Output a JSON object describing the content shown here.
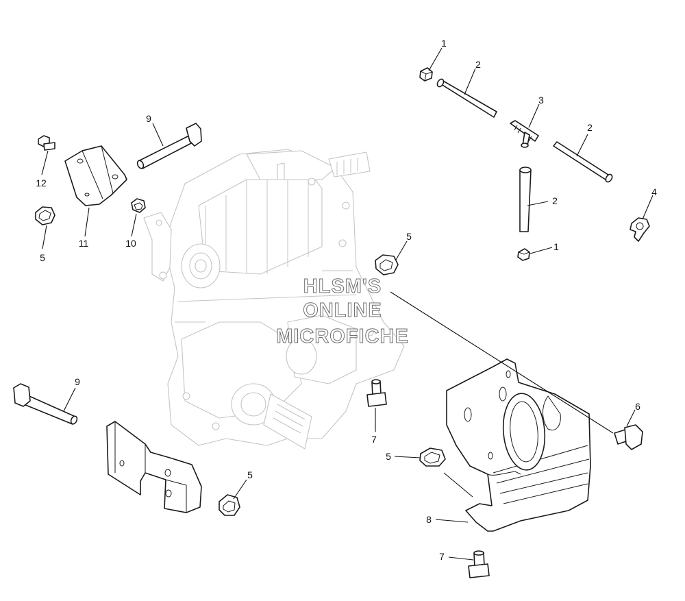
{
  "watermark": {
    "line1": "HLSM'S",
    "line2": "ONLINE",
    "line3": "MICROFICHE"
  },
  "callouts": {
    "c1a": "1",
    "c2a": "2",
    "c3": "3",
    "c2b": "2",
    "c2c": "2",
    "c4": "4",
    "c1b": "1",
    "c9a": "9",
    "c12": "12",
    "c11": "11",
    "c10": "10",
    "c5a": "5",
    "c5b": "5",
    "c9b": "9",
    "c7a": "7",
    "c6": "6",
    "c5c": "5",
    "c5d": "5",
    "c8": "8",
    "c7b": "7"
  }
}
